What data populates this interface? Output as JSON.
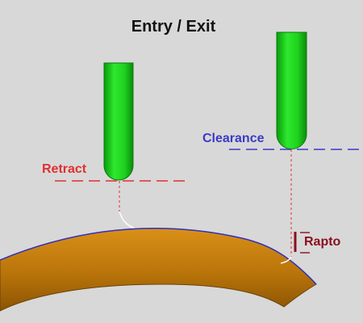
{
  "title": "Entry / Exit",
  "labels": {
    "retract": "Retract",
    "clearance": "Clearance",
    "rapto": "Rapto"
  },
  "colors": {
    "background": "#d8d8d8",
    "tool": "#1ed21e",
    "retract": "#e03030",
    "clearance": "#3a3ac8",
    "rapto": "#8a0f1e",
    "surface": "#c8800a",
    "surface_edge": "#3030c0"
  }
}
